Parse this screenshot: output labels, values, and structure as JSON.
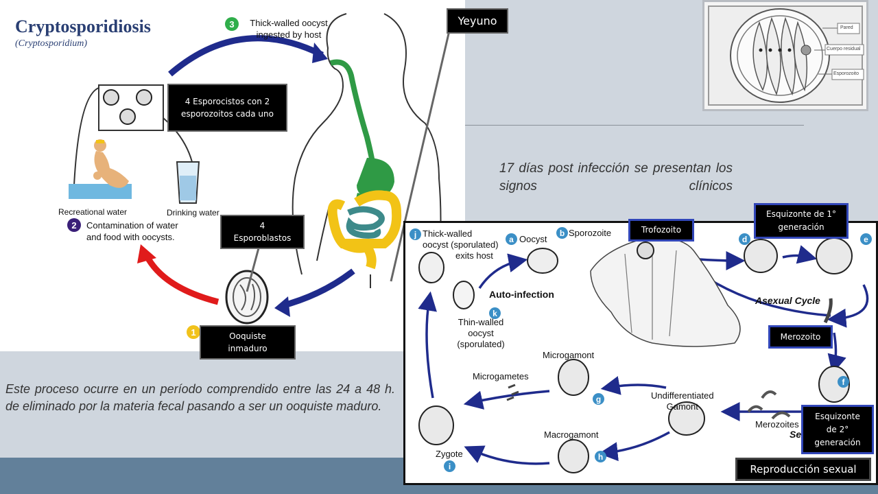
{
  "left_diagram": {
    "title": "Cryptosporidiosis",
    "subtitle": "(Cryptosporidium)",
    "step1": "1",
    "step2": "2",
    "step3": "3",
    "step2_text_l1": "Contamination of water",
    "step2_text_l2": "and food with oocysts.",
    "step3_text_l1": "Thick-walled oocyst",
    "step3_text_l2": "ingested by host",
    "recreational_water": "Recreational water",
    "drinking_water": "Drinking water"
  },
  "labels": {
    "esporocistos": "4 Esporocistos con 2 esporozoitos cada uno",
    "esporoblastos": "4 Esporoblastos",
    "ooquiste": "Ooquiste inmaduro",
    "yeyuno": "Yeyuno",
    "trofozoito": "Trofozoito",
    "esquizonte1": "Esquizonte de 1° generación",
    "merozoito": "Merozoito",
    "esquizonte2": "Esquizonte de 2° generación",
    "reproduccion": "Reproducción sexual"
  },
  "notes": {
    "right": "17 días post infección se presentan los signos clínicos",
    "bottom": "Este proceso ocurre en un período comprendido entre las 24 a 48 h. de eliminado por la materia fecal pasando a ser un ooquiste maduro."
  },
  "thumb": {
    "pared": "Pared",
    "cuerpo": "Cuerpo residual",
    "esporozoito": "Esporozoito"
  },
  "lifecycle": {
    "a": "a",
    "b": "b",
    "d": "d",
    "e": "e",
    "f": "f",
    "g": "g",
    "h": "h",
    "i": "i",
    "j": "j",
    "k": "k",
    "oocyst": "Oocyst",
    "sporozoite": "Sporozoite",
    "thick_l1": "Thick-walled",
    "thick_l2": "oocyst (sporulated)",
    "thick_l3": "exits host",
    "auto": "Auto-infection",
    "thin_l1": "Thin-walled",
    "thin_l2": "oocyst",
    "thin_l3": "(sporulated)",
    "asexual": "Asexual Cycle",
    "microgamont": "Microgamont",
    "microgametes": "Microgametes",
    "undiff_l1": "Undifferentiated",
    "undiff_l2": "Gamont",
    "macrogamont": "Macrogamont",
    "zygote": "Zygote",
    "merozoites": "Merozoites",
    "sex_partial": "Sex"
  },
  "colors": {
    "blue_arrow": "#1f2b8c",
    "red_arrow": "#e01b1b",
    "gut_green": "#2f9a45",
    "gut_yellow": "#f2c316",
    "gut_teal": "#3d8a8a",
    "step_green": "#2fae4a",
    "step_purple": "#3a1f78",
    "step_yellow": "#f1c21b"
  }
}
